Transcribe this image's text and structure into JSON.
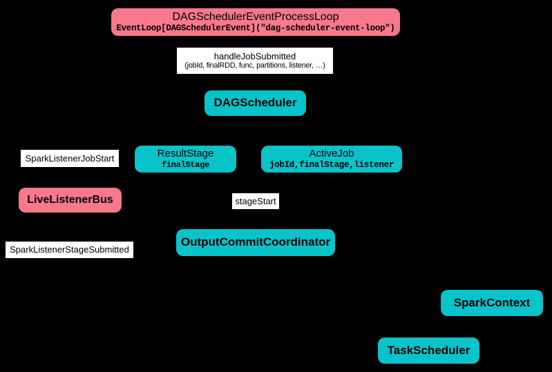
{
  "diagram": {
    "background": "#000000",
    "colors": {
      "pink": "#f7798b",
      "teal": "#08c3c9",
      "white_box": "#ffffff",
      "box_text": "#000000"
    },
    "nodes": [
      {
        "id": "dag-scheduler-event-process-loop",
        "kind": "pink",
        "title": "DAGSchedulerEventProcessLoop",
        "subtitle": "EventLoop[DAGSchedulerEvent](\"dag-scheduler-event-loop\")"
      },
      {
        "id": "handle-job-submitted",
        "kind": "white",
        "title": "handleJobSubmitted",
        "subtitle": "(jobId, finalRDD, func, partitions, listener, …)"
      },
      {
        "id": "dag-scheduler",
        "kind": "teal",
        "title": "DAGScheduler"
      },
      {
        "id": "result-stage",
        "kind": "teal",
        "title": "ResultStage",
        "subtitle": "finalStage"
      },
      {
        "id": "active-job",
        "kind": "teal",
        "title": "ActiveJob",
        "subtitle": "jobId,finalStage,listener"
      },
      {
        "id": "spark-listener-job-start",
        "kind": "white",
        "title": "SparkListenerJobStart"
      },
      {
        "id": "live-listener-bus",
        "kind": "pink",
        "title": "LiveListenerBus"
      },
      {
        "id": "stage-start",
        "kind": "white",
        "title": "stageStart"
      },
      {
        "id": "output-commit-coordinator",
        "kind": "teal",
        "title": "OutputCommitCoordinator"
      },
      {
        "id": "spark-listener-stage-submitted",
        "kind": "white",
        "title": "SparkListenerStageSubmitted"
      },
      {
        "id": "spark-context",
        "kind": "teal",
        "title": "SparkContext"
      },
      {
        "id": "task-scheduler",
        "kind": "teal",
        "title": "TaskScheduler"
      }
    ]
  }
}
